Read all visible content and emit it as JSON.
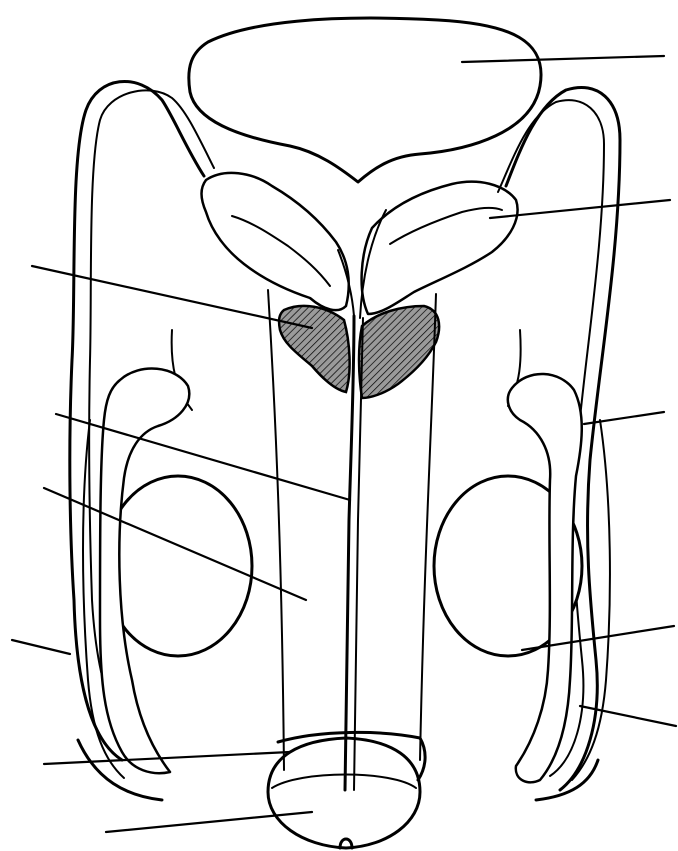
{
  "diagram": {
    "kind": "anatomical line drawing",
    "stroke_color": "#000000",
    "background_color": "#ffffff",
    "label_text_visible": false,
    "leader_line_count": 11,
    "structures": [
      "bladder-shape",
      "seminal-vesicle-right-shape",
      "seminal-vesicle-left-shape",
      "prostate-left-shape",
      "prostate-right-shape",
      "urethra-shape",
      "vas-deferens-left-shape",
      "vas-deferens-right-shape",
      "corpus-cavernosum-shape",
      "testis-left-shape",
      "testis-right-shape",
      "epididymis-left-shape",
      "epididymis-right-shape",
      "glans-penis-shape"
    ]
  }
}
